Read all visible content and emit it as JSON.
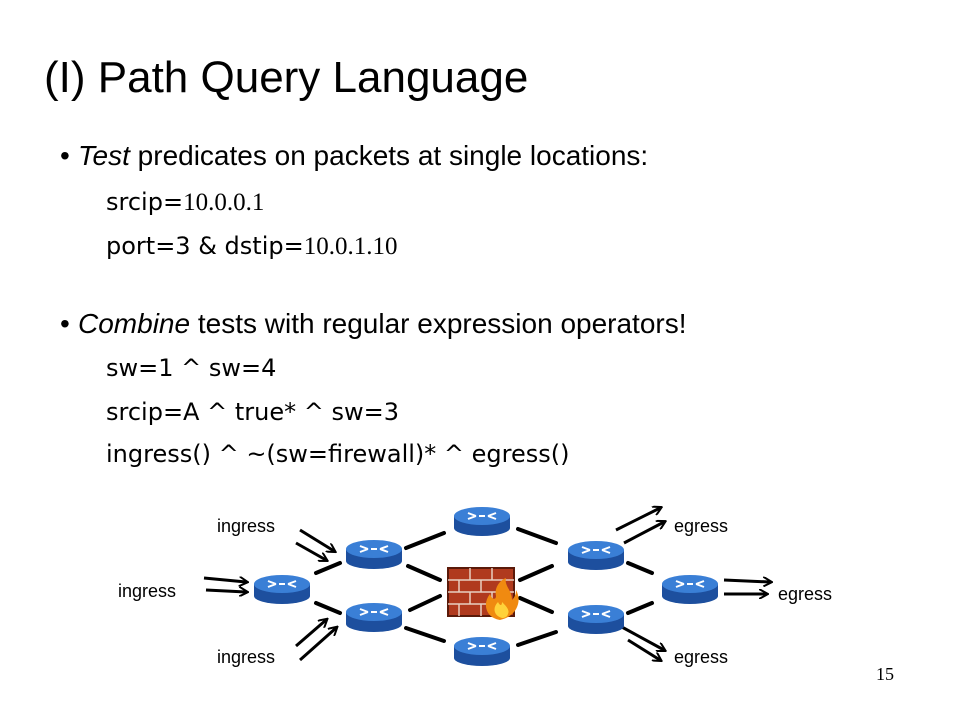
{
  "slide": {
    "title": "(I) Path Query Language",
    "bullet1": {
      "emph": "Test",
      "rest": " predicates on packets at single locations:",
      "lines": [
        {
          "a": "srcip=",
          "num": "10.0.0.1"
        },
        {
          "a": "port=3 & dstip=",
          "num": "10.0.1.10"
        }
      ]
    },
    "bullet2": {
      "emph": "Combine",
      "rest": " tests with regular expression operators!",
      "lines": [
        "sw=1 ^ sw=4",
        "srcip=A ^ true* ^ sw=3",
        "ingress() ^ ~(sw=firewall)* ^ egress()"
      ]
    },
    "page_number": "15"
  },
  "diagram": {
    "labels": {
      "ingress_top": "ingress",
      "ingress_left": "ingress",
      "ingress_bottom": "ingress",
      "egress_top": "egress",
      "egress_right": "egress",
      "egress_bottom": "egress"
    },
    "icons": {
      "router": "router-icon",
      "firewall": "firewall-icon"
    },
    "colors": {
      "router_top": "#3a7fd6",
      "router_side": "#1d4f9e",
      "firewall_brick": "#b03a1e",
      "link": "#000000"
    }
  }
}
